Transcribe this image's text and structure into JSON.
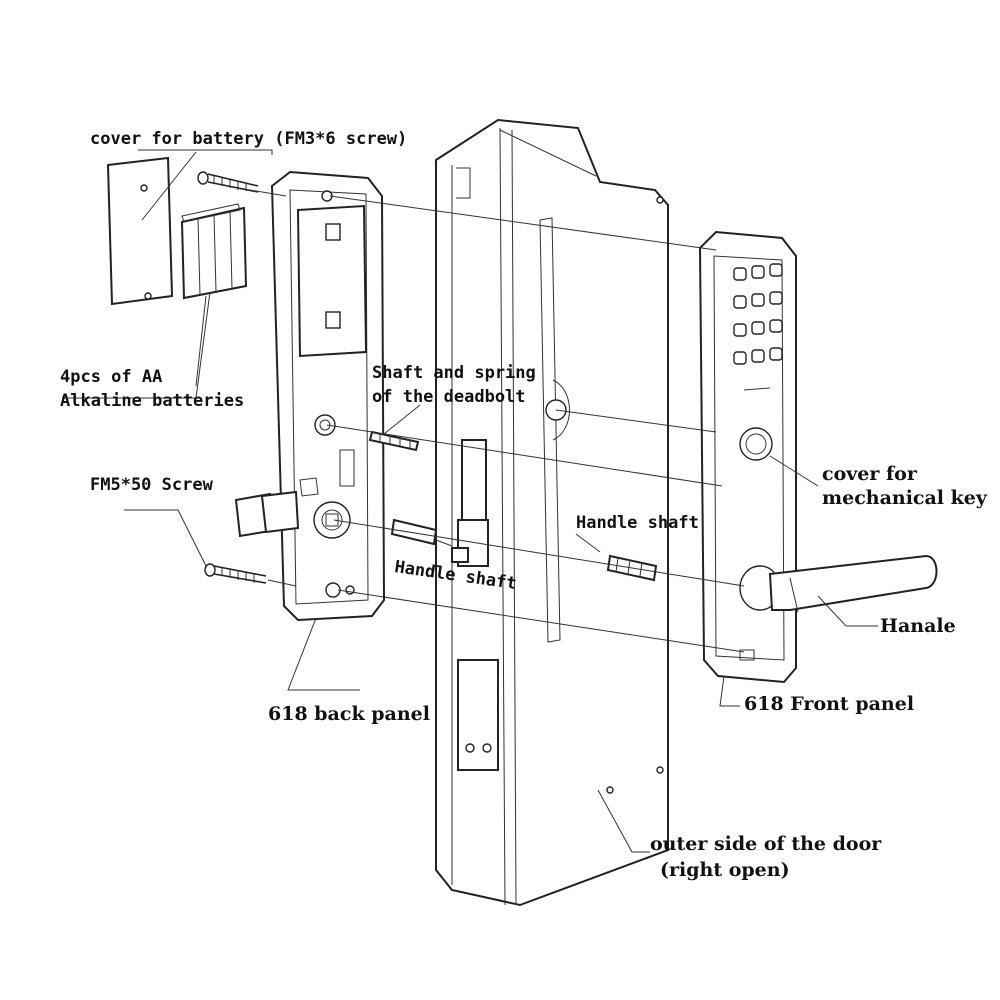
{
  "labels": {
    "battery_cover": "cover for battery (FM3*6 screw)",
    "batteries_line1": "4pcs of AA",
    "batteries_line2": "Alkaline batteries",
    "shaft_spring_line1": "Shaft and spring",
    "shaft_spring_line2": "of the deadbolt",
    "fm5_screw": "FM5*50 Screw",
    "handle_shaft_left": "Handle shaft",
    "handle_shaft_right": "Handle shaft",
    "key_cover_line1": "cover for",
    "key_cover_line2": "mechanical key",
    "handle": "Hanale",
    "back_panel": "618 back panel",
    "front_panel": "618 Front panel",
    "door_line1": "outer side of the door",
    "door_line2": "(right open)"
  }
}
